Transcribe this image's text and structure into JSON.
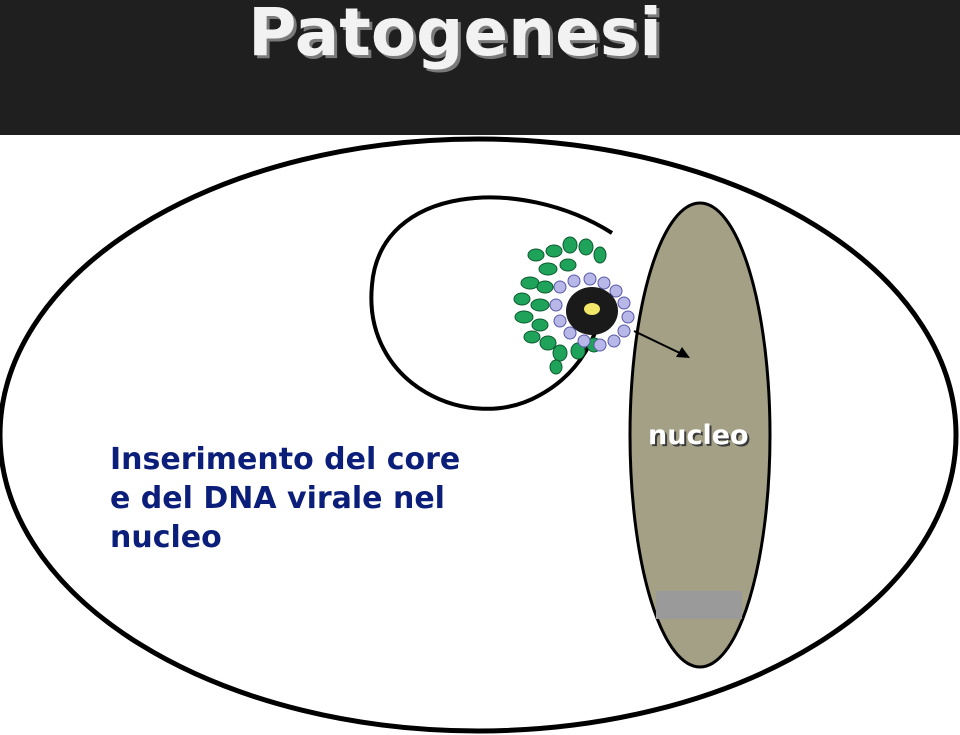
{
  "slide": {
    "title": "Patogenesi",
    "caption_lines": [
      "Inserimento del core",
      "e del DNA virale nel",
      "nucleo"
    ],
    "nucleus_label": "nucleo"
  },
  "colors": {
    "title_bar": "#1f1f1f",
    "title_text": "#f2f2f2",
    "caption_text": "#0b1f7a",
    "nucleus_fill": "#a4a086",
    "capsid_green": "#1fa35a",
    "capsid_lavender": "#b7b7e8",
    "core_yellow": "#f3e76a",
    "outline": "#000000"
  }
}
